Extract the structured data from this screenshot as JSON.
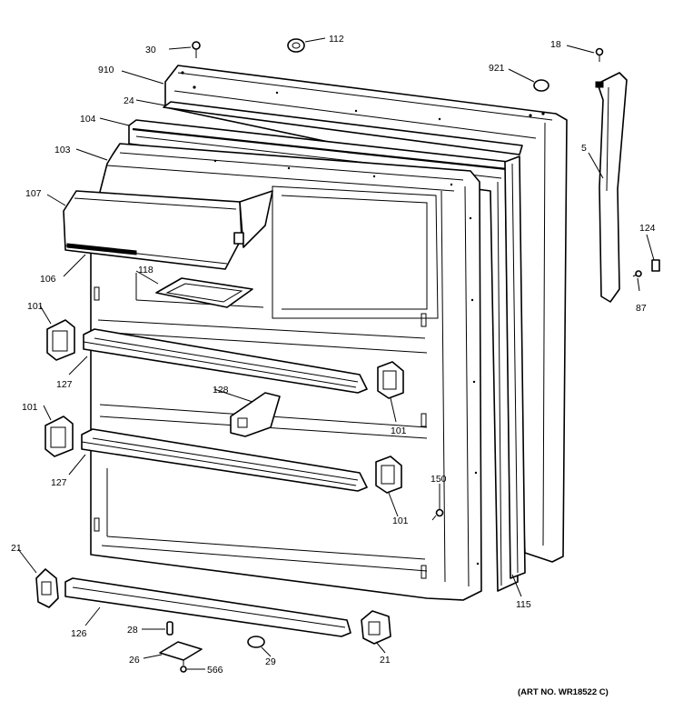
{
  "diagram": {
    "art_number": "(ART NO. WR18522 C)",
    "callouts": {
      "c30": "30",
      "c112": "112",
      "c18": "18",
      "c910": "910",
      "c921": "921",
      "c24": "24",
      "c104": "104",
      "c103": "103",
      "c5": "5",
      "c107": "107",
      "c124": "124",
      "c106": "106",
      "c118": "118",
      "c87": "87",
      "c101a": "101",
      "c127a": "127",
      "c128": "128",
      "c101b": "101",
      "c101c": "101",
      "c127b": "127",
      "c150": "150",
      "c101d": "101",
      "c21a": "21",
      "c115": "115",
      "c126": "126",
      "c28": "28",
      "c26": "26",
      "c29": "29",
      "c21b": "21",
      "c566": "566"
    }
  }
}
